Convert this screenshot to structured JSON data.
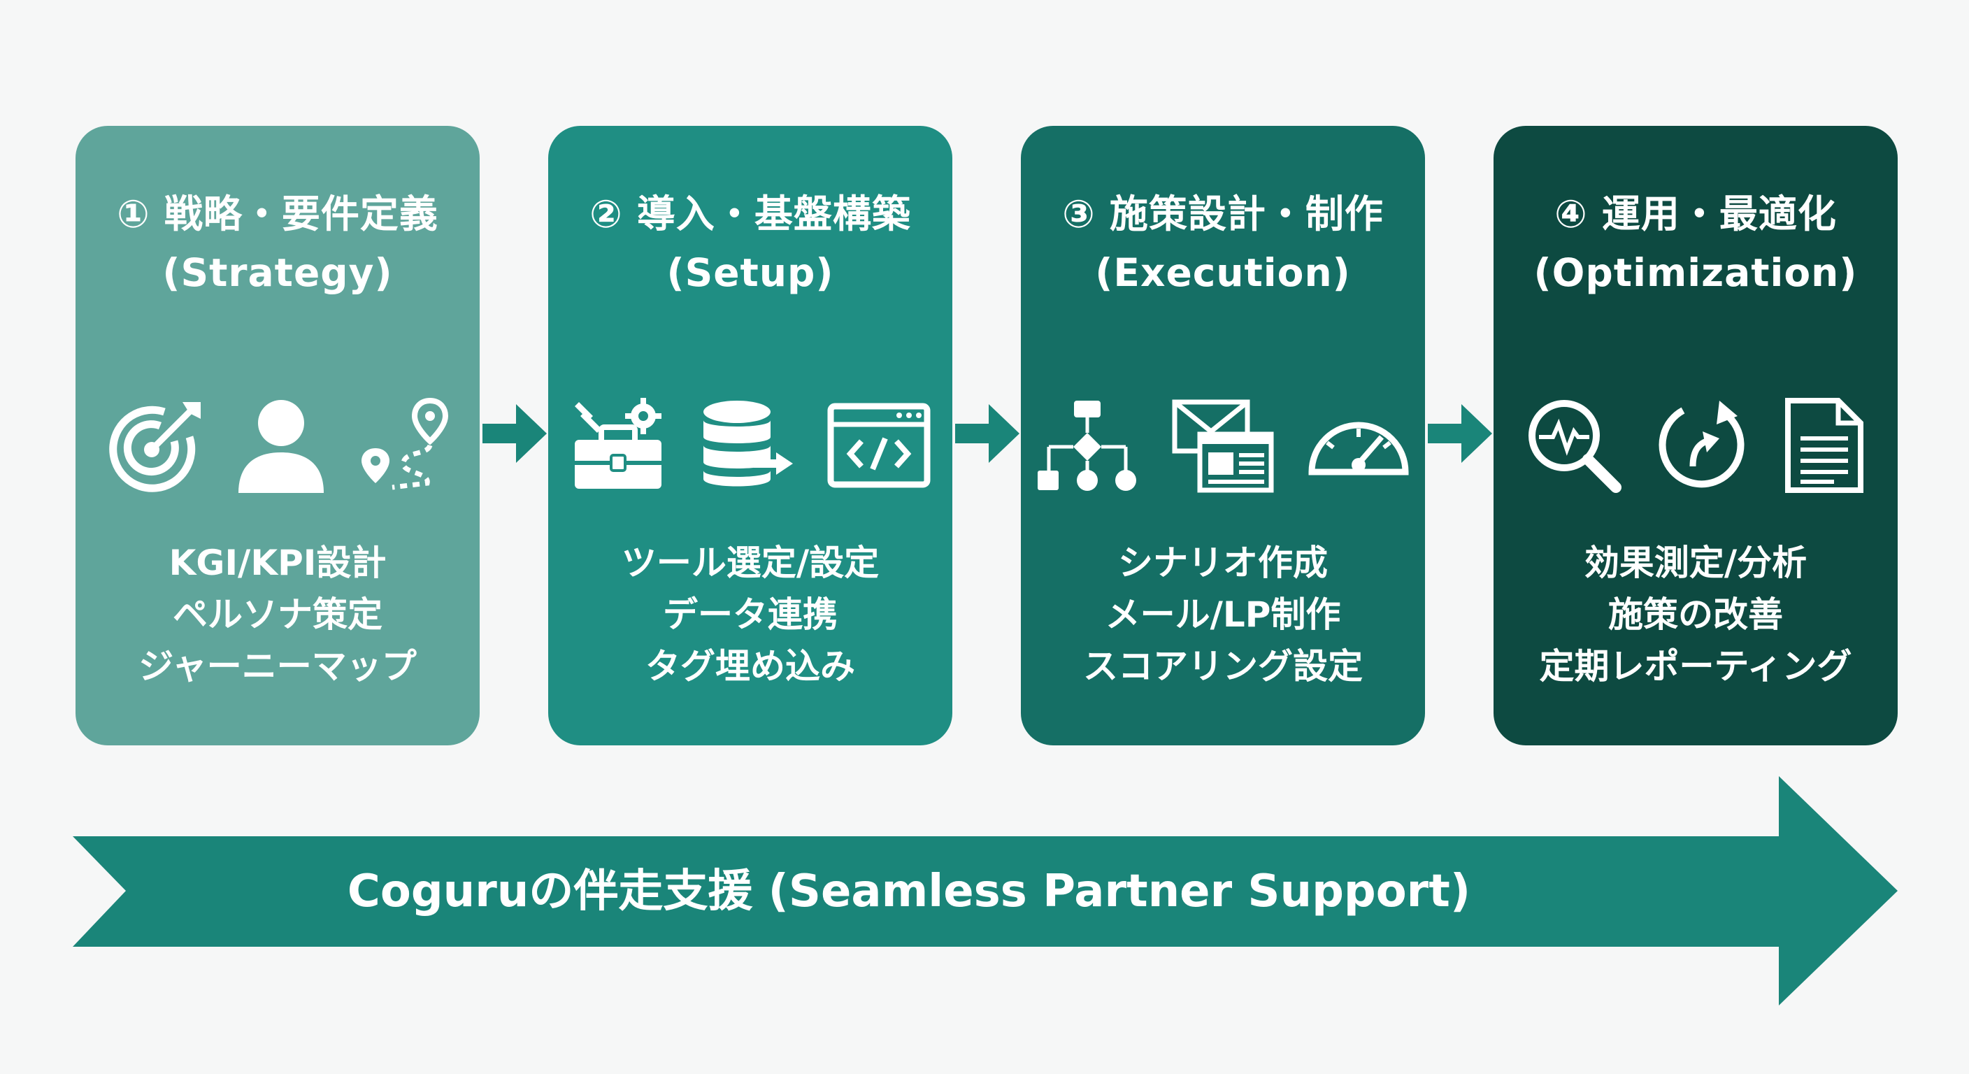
{
  "colors": {
    "background": "#f6f7f7",
    "card_1": "#5fa59b",
    "card_2": "#1f8e83",
    "card_3": "#156f65",
    "card_4": "#0d4a41",
    "arrow": "#1a8579",
    "text": "#ffffff"
  },
  "steps": [
    {
      "title": "① 戦略・要件定義",
      "subtitle": "(Strategy)",
      "icons": [
        "target-icon",
        "user-icon",
        "map-route-icon"
      ],
      "items": [
        "KGI/KPI設計",
        "ペルソナ策定",
        "ジャーニーマップ"
      ]
    },
    {
      "title": "② 導入・基盤構築",
      "subtitle": "(Setup)",
      "icons": [
        "toolbox-icon",
        "database-icon",
        "code-window-icon"
      ],
      "items": [
        "ツール選定/設定",
        "データ連携",
        "タグ埋め込み"
      ]
    },
    {
      "title": "③ 施策設計・制作",
      "subtitle": "(Execution)",
      "icons": [
        "flowchart-icon",
        "email-icon",
        "gauge-icon"
      ],
      "items": [
        "シナリオ作成",
        "メール/LP制作",
        "スコアリング設定"
      ]
    },
    {
      "title": "④ 運用・最適化",
      "subtitle": "(Optimization)",
      "icons": [
        "analytics-search-icon",
        "refresh-cycle-icon",
        "report-icon"
      ],
      "items": [
        "効果測定/分析",
        "施策の改善",
        "定期レポーティング"
      ]
    }
  ],
  "banner": {
    "label": "Coguruの伴走支援 (Seamless Partner Support)"
  }
}
